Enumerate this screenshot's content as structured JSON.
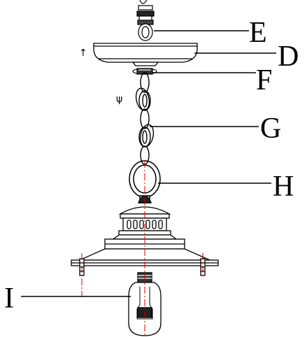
{
  "diagram": {
    "callouts": {
      "E": "E",
      "D": "D",
      "F": "F",
      "G": "G",
      "H": "H",
      "I": "I"
    },
    "markers": {
      "up_arrow": "↑",
      "down_arrow": "ψ"
    },
    "colors": {
      "ink": "#000000",
      "center_axis": "#d40000"
    }
  }
}
